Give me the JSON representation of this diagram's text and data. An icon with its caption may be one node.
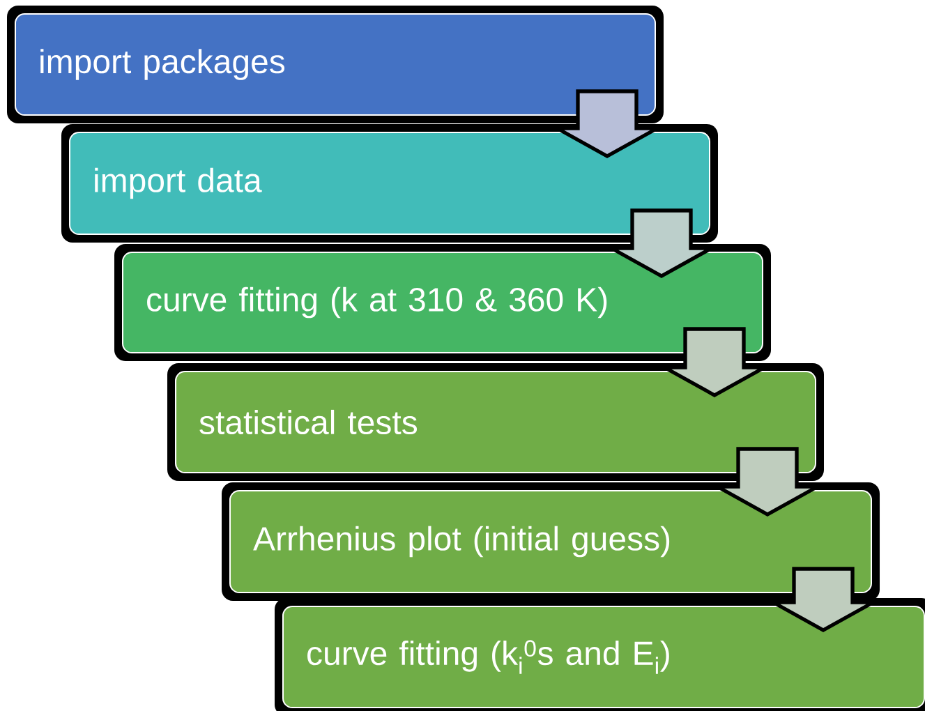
{
  "diagram": {
    "nodes": [
      {
        "text": [
          "import packages"
        ]
      },
      {
        "text": [
          "import data"
        ]
      },
      {
        "text": [
          "curve fitting (k at 310 & 360 K)"
        ]
      },
      {
        "text": [
          "statistical tests"
        ]
      },
      {
        "text": [
          "Arrhenius plot (initial guess)"
        ]
      },
      {
        "text": [
          "curve fitting (k$_{i}$$^{0}$s and E$_{i}$)"
        ]
      }
    ],
    "edges": [
      {
        "from": 0,
        "to": 1,
        "arrow": "to"
      },
      {
        "from": 1,
        "to": 2,
        "arrow": "to"
      },
      {
        "from": 2,
        "to": 3,
        "arrow": "to"
      },
      {
        "from": 3,
        "to": 4,
        "arrow": "to"
      },
      {
        "from": 4,
        "to": 5,
        "arrow": "to"
      }
    ]
  }
}
